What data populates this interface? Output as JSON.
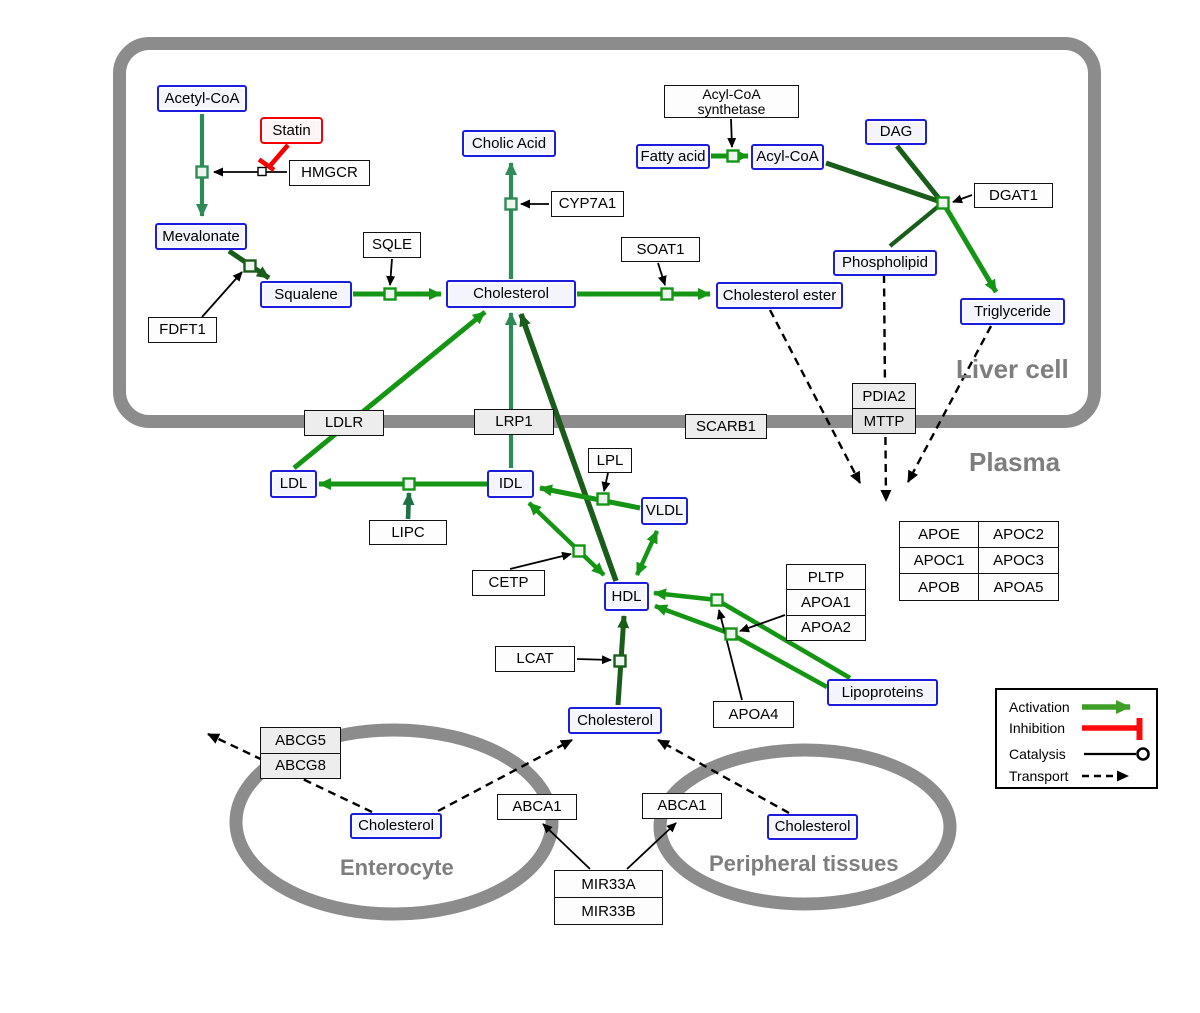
{
  "compartments": {
    "liver": {
      "label": "Liver cell"
    },
    "plasma": {
      "label": "Plasma"
    },
    "enterocyte": {
      "label": "Enterocyte"
    },
    "peripheral": {
      "label": "Peripheral tissues"
    }
  },
  "nodes": {
    "acetyl_coa": {
      "label": "Acetyl-CoA",
      "type": "metabolite"
    },
    "statin": {
      "label": "Statin",
      "type": "drug"
    },
    "hmgcr": {
      "label": "HMGCR",
      "type": "gene"
    },
    "mevalonate": {
      "label": "Mevalonate",
      "type": "metabolite"
    },
    "fdft1": {
      "label": "FDFT1",
      "type": "gene"
    },
    "squalene": {
      "label": "Squalene",
      "type": "metabolite"
    },
    "sqle": {
      "label": "SQLE",
      "type": "gene"
    },
    "cholesterol_liver": {
      "label": "Cholesterol",
      "type": "metabolite"
    },
    "cholic_acid": {
      "label": "Cholic Acid",
      "type": "metabolite"
    },
    "cyp7a1": {
      "label": "CYP7A1",
      "type": "gene"
    },
    "soat1": {
      "label": "SOAT1",
      "type": "gene"
    },
    "cholesterol_ester": {
      "label": "Cholesterol ester",
      "type": "metabolite"
    },
    "fatty_acid": {
      "label": "Fatty acid",
      "type": "metabolite"
    },
    "acyl_coa_synthetase": {
      "label_line1": "Acyl-CoA",
      "label_line2": "synthetase",
      "type": "gene"
    },
    "acyl_coa": {
      "label": "Acyl-CoA",
      "type": "metabolite"
    },
    "dag": {
      "label": "DAG",
      "type": "metabolite"
    },
    "dgat1": {
      "label": "DGAT1",
      "type": "gene"
    },
    "phospholipid": {
      "label": "Phospholipid",
      "type": "metabolite"
    },
    "triglyceride": {
      "label": "Triglyceride",
      "type": "metabolite"
    },
    "ldlr": {
      "label": "LDLR",
      "type": "membrane-gene"
    },
    "lrp1": {
      "label": "LRP1",
      "type": "membrane-gene"
    },
    "scarb1": {
      "label": "SCARB1",
      "type": "membrane-gene"
    },
    "ldl": {
      "label": "LDL",
      "type": "metabolite"
    },
    "idl": {
      "label": "IDL",
      "type": "metabolite"
    },
    "vldl": {
      "label": "VLDL",
      "type": "metabolite"
    },
    "lpl": {
      "label": "LPL",
      "type": "gene"
    },
    "lipc": {
      "label": "LIPC",
      "type": "gene"
    },
    "cetp": {
      "label": "CETP",
      "type": "gene"
    },
    "hdl": {
      "label": "HDL",
      "type": "metabolite"
    },
    "lcat": {
      "label": "LCAT",
      "type": "gene"
    },
    "cholesterol_plasma": {
      "label": "Cholesterol",
      "type": "metabolite"
    },
    "lipoproteins": {
      "label": "Lipoproteins",
      "type": "metabolite"
    },
    "apoa4": {
      "label": "APOA4",
      "type": "gene"
    },
    "abca1_enterocyte": {
      "label": "ABCA1",
      "type": "gene"
    },
    "abca1_peripheral": {
      "label": "ABCA1",
      "type": "gene"
    },
    "cholesterol_enterocyte": {
      "label": "Cholesterol",
      "type": "metabolite"
    },
    "cholesterol_peripheral": {
      "label": "Cholesterol",
      "type": "metabolite"
    }
  },
  "stacks": {
    "pdia_mttp": {
      "rows": [
        "PDIA2",
        "MTTP"
      ]
    },
    "pltp_apoa": {
      "rows": [
        "PLTP",
        "APOA1",
        "APOA2"
      ]
    },
    "abcg": {
      "rows": [
        "ABCG5",
        "ABCG8"
      ]
    },
    "mir33": {
      "rows": [
        "MIR33A",
        "MIR33B"
      ]
    }
  },
  "apo_table": {
    "rows": [
      [
        "APOE",
        "APOC2"
      ],
      [
        "APOC1",
        "APOC3"
      ],
      [
        "APOB",
        "APOA5"
      ]
    ]
  },
  "legend": {
    "items": [
      {
        "label": "Activation",
        "kind": "activation-arrow",
        "color": "#3f9e26"
      },
      {
        "label": "Inhibition",
        "kind": "inhibition-bar",
        "color": "#fa0a0a"
      },
      {
        "label": "Catalysis",
        "kind": "catalysis-line",
        "color": "#000000"
      },
      {
        "label": "Transport",
        "kind": "transport-dashed",
        "color": "#000000"
      }
    ]
  },
  "colors": {
    "metabolite_border": "#1c1cdd",
    "drug_border": "#f40000",
    "activation_bright": "#149614",
    "activation_dark": "#1a5c1a",
    "activation_sea": "#2e8b57",
    "catalysis_green": "#1e7045",
    "inhibition_red": "#f50000",
    "membrane_gray": "#8c8c8c",
    "compartment_label_gray": "#7e7e7e"
  }
}
